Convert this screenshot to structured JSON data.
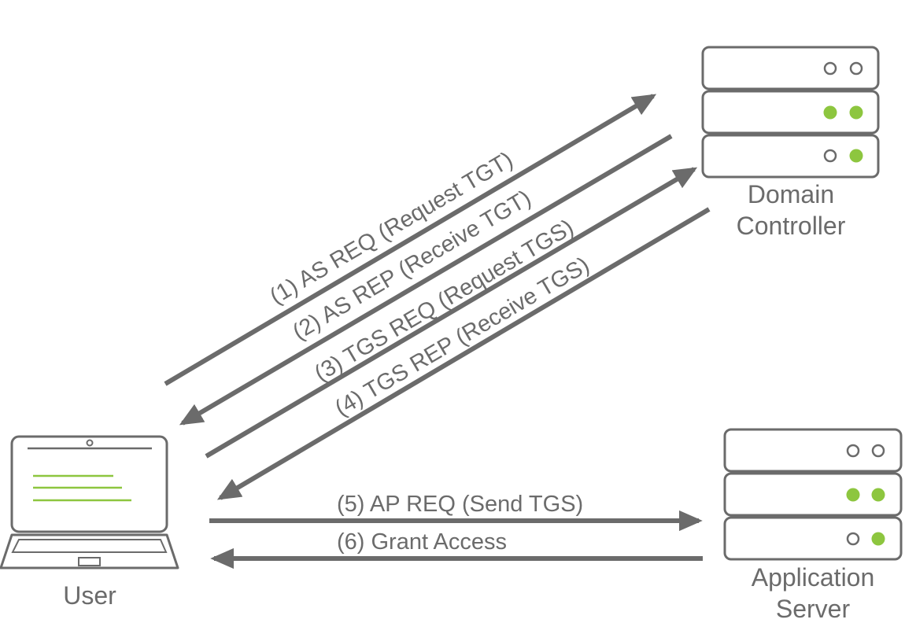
{
  "nodes": {
    "domain_controller": {
      "line1": "Domain",
      "line2": "Controller"
    },
    "user": {
      "label": "User"
    },
    "application_server": {
      "line1": "Application",
      "line2": "Server"
    }
  },
  "messages": [
    {
      "label": "(1) AS REQ (Request TGT)"
    },
    {
      "label": "(2) AS REP (Receive TGT)"
    },
    {
      "label": "(3) TGS REQ (Request TGS)"
    },
    {
      "label": "(4) TGS REP (Receive TGS)"
    },
    {
      "label": "(5) AP REQ (Send TGS)"
    },
    {
      "label": "(6) Grant Access"
    }
  ],
  "colors": {
    "line": "#6b6b6b",
    "accent": "#8dc63f",
    "background": "#ffffff"
  },
  "icons": {
    "domain_controller": "server-rack-icon",
    "application_server": "server-rack-icon",
    "user": "laptop-icon"
  }
}
